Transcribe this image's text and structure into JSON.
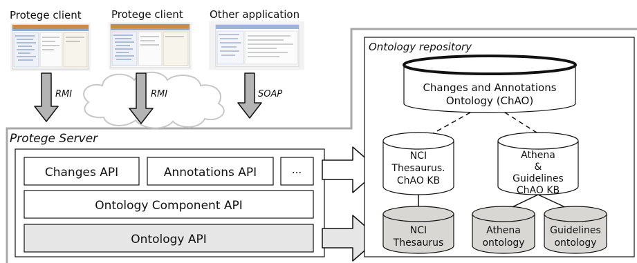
{
  "clients": [
    {
      "label": "Protege client",
      "protocol": "RMI"
    },
    {
      "label": "Protege client",
      "protocol": "RMI"
    },
    {
      "label": "Other application",
      "protocol": "SOAP"
    }
  ],
  "server": {
    "title": "Protege Server",
    "changes_api": "Changes API",
    "annotations_api": "Annotations API",
    "more": "...",
    "component_api": "Ontology Component API",
    "ontology_api": "Ontology API"
  },
  "repository": {
    "title": "Ontology repository",
    "chao": [
      "Changes and Annotations",
      "Ontology (ChAO)"
    ],
    "nci_kb": [
      "NCI",
      "Thesaurus.",
      "ChAO KB"
    ],
    "athena_kb": [
      "Athena",
      "&",
      "Guidelines",
      "ChAO KB"
    ],
    "nci": [
      "NCI",
      "Thesaurus"
    ],
    "athena": [
      "Athena",
      "ontology"
    ],
    "guidelines": [
      "Guidelines",
      "ontology"
    ]
  },
  "colors": {
    "line": "#111111",
    "frame_gray": "#a8a8a8",
    "arrow_fill": "#b4b4b4",
    "box_fill_gray": "#e6e6e6",
    "cyl_fill_gray": "#d9d7d4",
    "cloud": "#c7c7c7"
  }
}
